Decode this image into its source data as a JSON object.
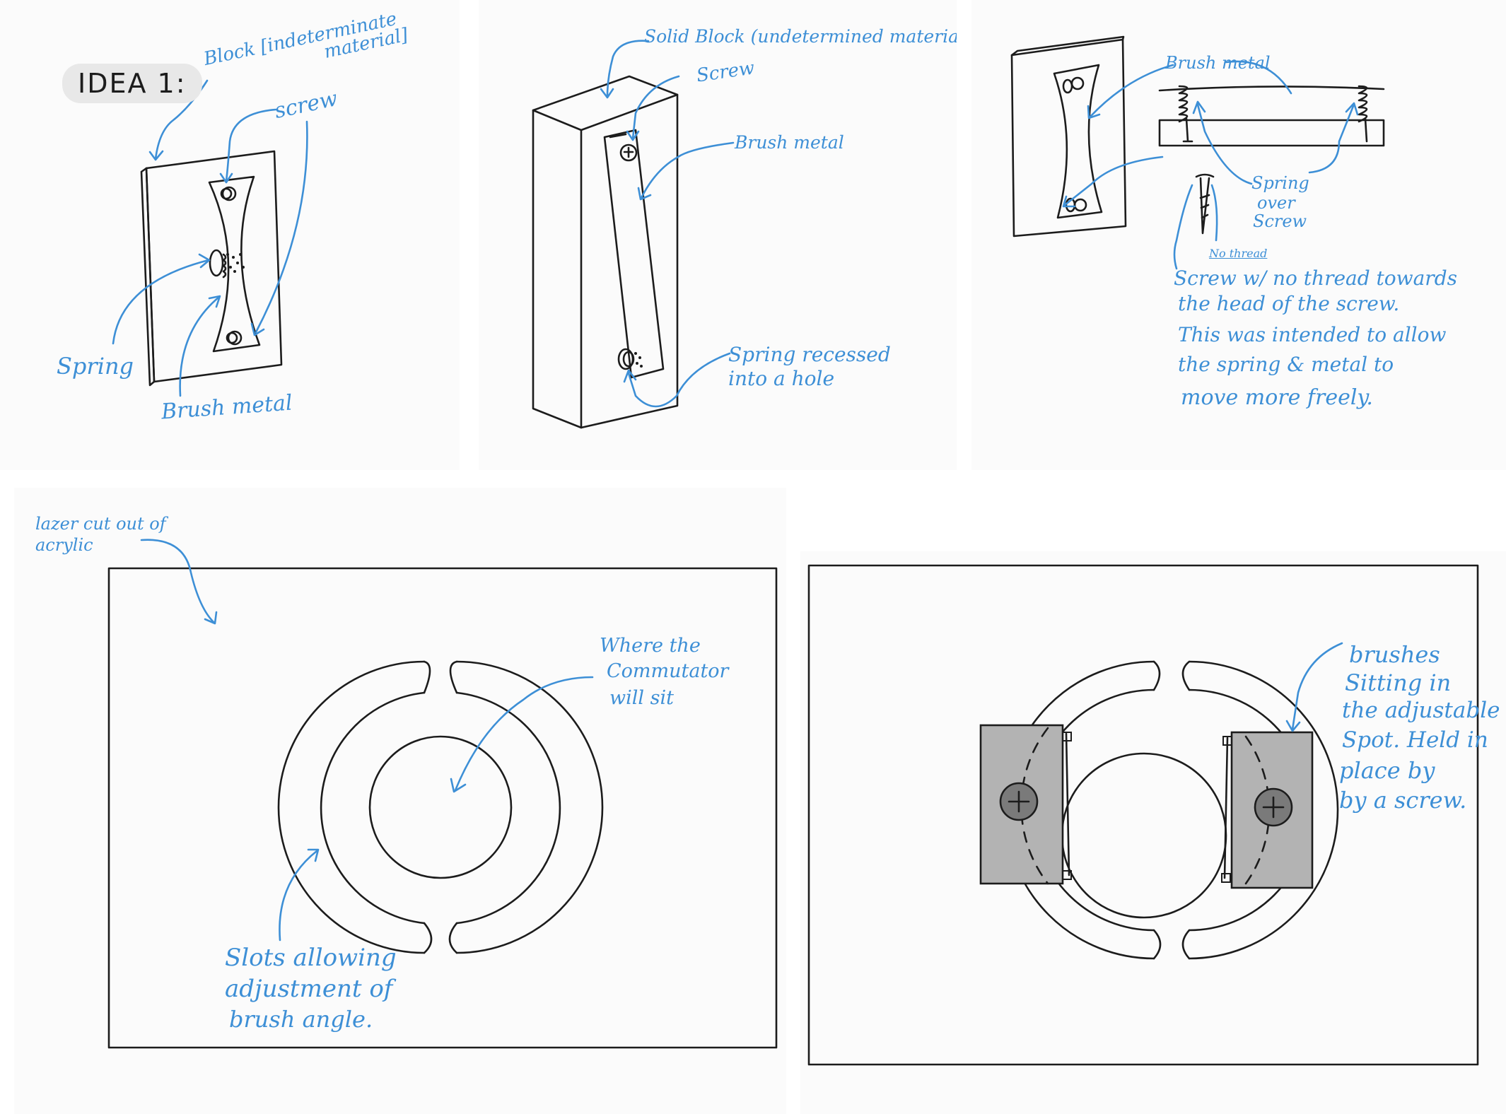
{
  "idea": "IDEA 1:",
  "p1": {
    "block": "Block [indeterminate",
    "material": "material]",
    "screw": "screw",
    "spring": "Spring",
    "brush_metal": "Brush metal"
  },
  "p2": {
    "solid_block": "Solid Block (undetermined material)",
    "screw": "Screw",
    "brush_metal": "Brush metal",
    "spring_line1": "Spring recessed",
    "spring_line2": "into a hole"
  },
  "p3": {
    "brush_metal": "Brush metal",
    "spring_over_1": "Spring",
    "spring_over_2": "over",
    "spring_over_3": "Screw",
    "no_thread": "No thread",
    "desc_1": "Screw w/ no thread towards",
    "desc_2": "the head of the screw.",
    "desc_3": "This was intended to allow",
    "desc_4": "the spring & metal to",
    "desc_5": "move more freely."
  },
  "p4": {
    "laser_1": "lazer cut out of",
    "laser_2": "acrylic",
    "where_1": "Where the",
    "where_2": "Commutator",
    "where_3": "will sit",
    "slots_1": "Slots allowing",
    "slots_2": "adjustment of",
    "slots_3": "brush angle."
  },
  "p5": {
    "b_1": "brushes",
    "b_2": "Sitting in",
    "b_3": "the adjustable",
    "b_4": "Spot. Held in",
    "b_5": "place by",
    "b_6": "by a screw."
  },
  "colors": {
    "annotation": "#3d8fd6",
    "ink": "#1c1c1c",
    "brush_fill": "#b3b3b3",
    "screw_fill": "#7a7a7a"
  }
}
